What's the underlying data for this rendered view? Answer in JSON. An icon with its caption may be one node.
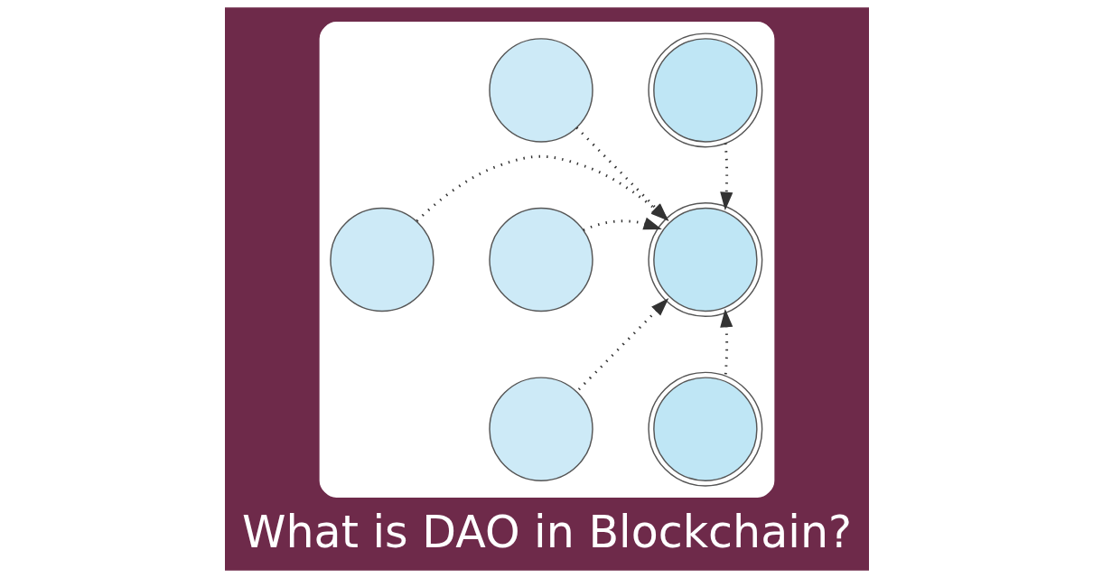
{
  "diagram": {
    "title": "What is DAO in Blockchain?",
    "nodes": [
      {
        "text": [],
        "shape": "cloud"
      },
      {
        "text": [],
        "shape": "person",
        "in": 0
      },
      {
        "text": [],
        "shape": "picture",
        "in": 0
      },
      {
        "text": [],
        "shape": "person",
        "in": 0
      },
      {
        "text": [],
        "shape": "picture",
        "in": 0
      },
      {
        "text": [],
        "shape": "person",
        "in": 0
      },
      {
        "text": [],
        "shape": "person",
        "in": 0
      },
      {
        "text": [],
        "shape": "picture",
        "in": 0
      }
    ],
    "edges": [
      {
        "from": 1,
        "to": 4,
        "arrow": "to",
        "style": "dashed"
      },
      {
        "from": 2,
        "to": 4,
        "arrow": "to",
        "style": "dashed"
      },
      {
        "from": 3,
        "to": 4,
        "arrow": "to",
        "style": "dashed"
      },
      {
        "from": 5,
        "to": 4,
        "arrow": "to",
        "style": "dashed"
      },
      {
        "from": 6,
        "to": 4,
        "arrow": "to",
        "style": "dashed"
      },
      {
        "from": 7,
        "to": 4,
        "arrow": "to",
        "style": "dashed"
      }
    ]
  }
}
